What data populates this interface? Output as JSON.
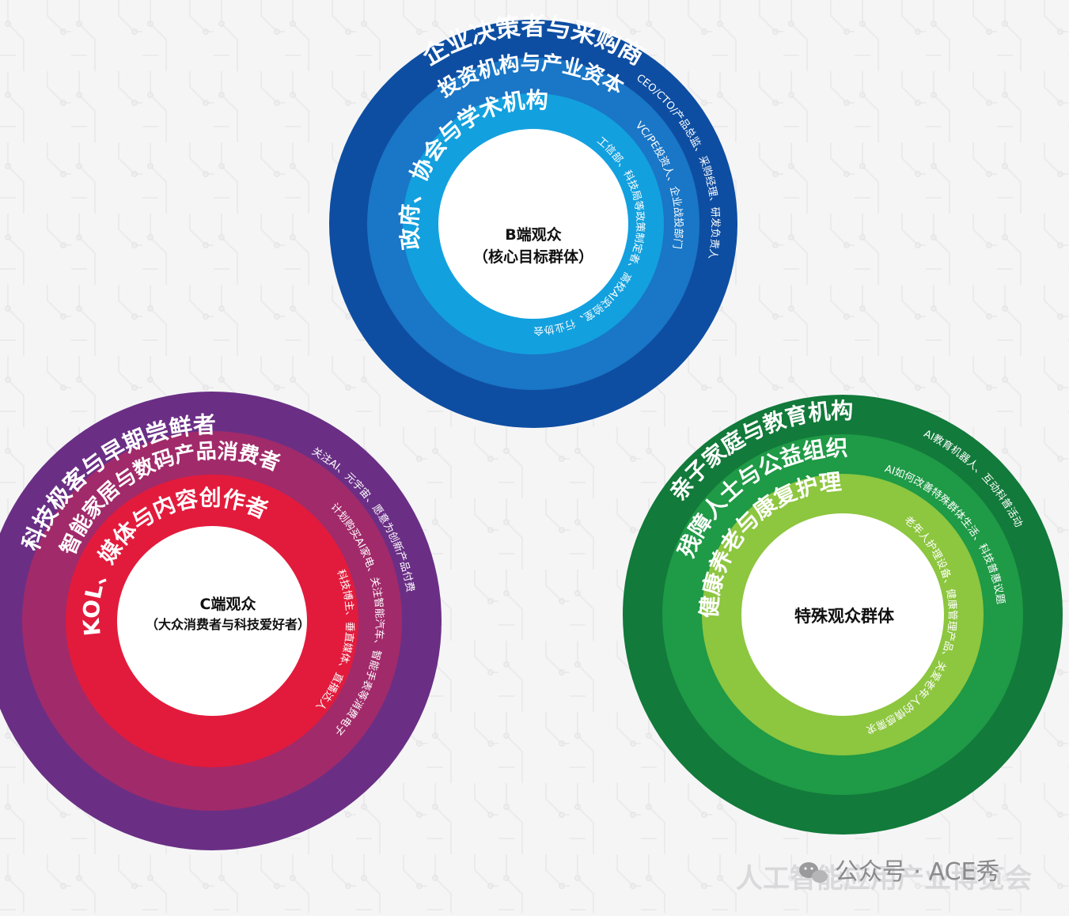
{
  "colors": {
    "background": "#f5f5f6",
    "b_rings": [
      "#0e4ea2",
      "#1a76c6",
      "#12a0df"
    ],
    "c_rings": [
      "#6a2f85",
      "#a12a6a",
      "#e21b3c"
    ],
    "s_rings": [
      "#127a3a",
      "#1f9a46",
      "#8dc63f"
    ]
  },
  "groups": {
    "b": {
      "center_line1": "B端观众",
      "center_line2": "（核心目标群体）",
      "ring1_title": "企业决策者与采购商",
      "ring1_detail": "CEO/CTO/产品总监、采购经理、研发负责人",
      "ring2_title": "投资机构与产业资本",
      "ring2_detail": "VC/PE投资人、企业战投部门",
      "ring3_title": "政府、协会与学术机构",
      "ring3_detail": "工信部、科技局等政策制定者、高校AI实验室、行业协会"
    },
    "c": {
      "center_line1": "C端观众",
      "center_line2": "（大众消费者与科技爱好者）",
      "ring1_title": "科技极客与早期尝鲜者",
      "ring1_detail": "关注AI、元宇宙、愿意为创新产品付费",
      "ring2_title": "智能家居与数码产品消费者",
      "ring2_detail": "计划购买AI家电、关注智能汽车、智能手表等消费电子",
      "ring3_title": "KOL、媒体与内容创作者",
      "ring3_detail": "科技博主、垂直媒体、直播达人"
    },
    "s": {
      "center_line1": "特殊观众群体",
      "ring1_title": "亲子家庭与教育机构",
      "ring1_detail": "AI教育机器人、互动科普活动",
      "ring2_title": "残障人士与公益组织",
      "ring2_detail": "AI如何改善特殊群体生活、科技普惠议题",
      "ring3_title": "健康养老与康复护理",
      "ring3_detail": "老年人护理设备、健康管理产品、关爱老年人的情感需求"
    }
  },
  "watermark": {
    "back_text": "人工智能应用产业博览会",
    "front_text": "公众号 · ACE秀"
  }
}
